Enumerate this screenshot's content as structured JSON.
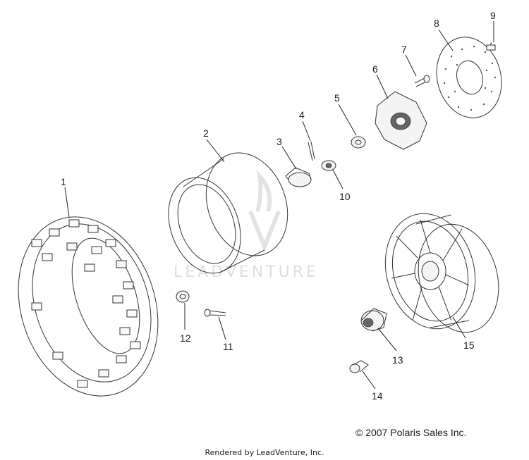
{
  "diagram": {
    "callouts": [
      "1",
      "2",
      "3",
      "4",
      "5",
      "6",
      "7",
      "8",
      "9",
      "10",
      "11",
      "12",
      "13",
      "14",
      "15"
    ],
    "watermark": "LEADVENTURE",
    "copyright": "© 2007 Polaris Sales Inc.",
    "rendered_by": "Rendered by LeadVenture, Inc."
  }
}
